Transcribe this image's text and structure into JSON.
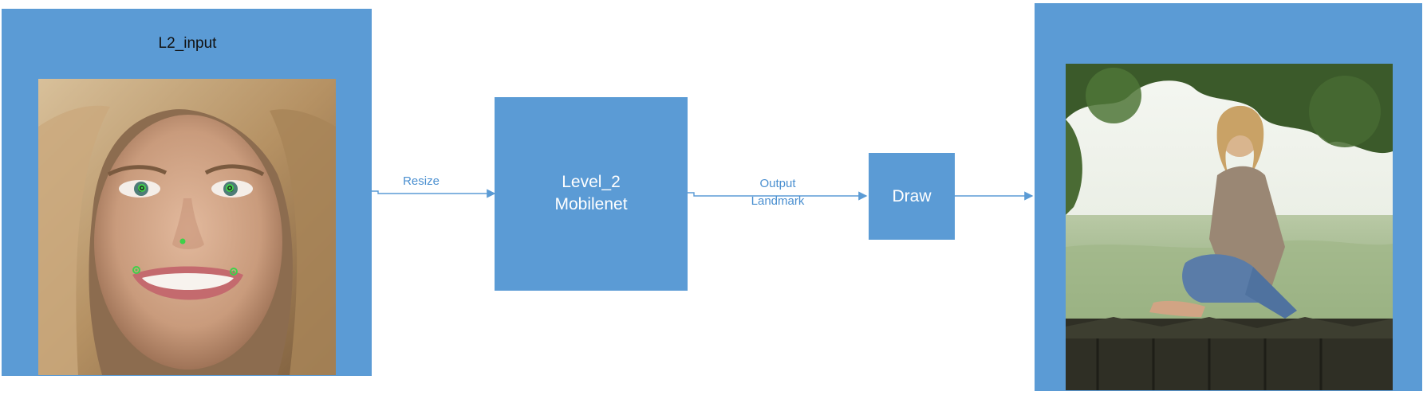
{
  "input_panel": {
    "title": "L2_input",
    "image_content": "face-photo-with-landmarks"
  },
  "edges": {
    "resize_label": "Resize",
    "output_label_line1": "Output",
    "output_label_line2": "Landmark"
  },
  "model_box": {
    "line1": "Level_2",
    "line2": "Mobilenet"
  },
  "draw_box": {
    "label": "Draw"
  },
  "output_panel": {
    "image_content": "person-sitting-outdoors-photo"
  },
  "colors": {
    "panel_blue": "#5b9bd5",
    "arrow_blue": "#5b9bd5",
    "landmark_green": "#3fd14a"
  }
}
